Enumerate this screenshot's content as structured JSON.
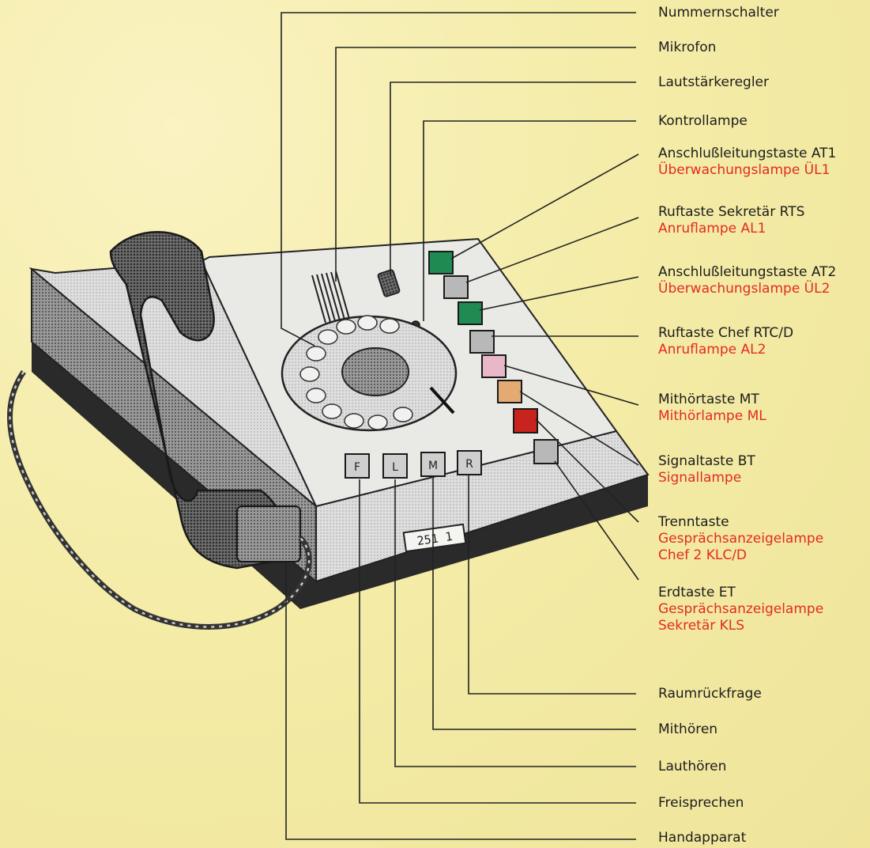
{
  "labels": {
    "nummernschalter": "Nummernschalter",
    "mikrofon": "Mikrofon",
    "lautstaerkeregler": "Lautstärkeregler",
    "kontrollampe": "Kontrollampe",
    "at1": {
      "name": "Anschlußleitungstaste AT1",
      "lamp": "Überwachungslampe ÜL1"
    },
    "rts": {
      "name": "Ruftaste Sekretär RTS",
      "lamp": "Anruflampe AL1"
    },
    "at2": {
      "name": "Anschlußleitungstaste AT2",
      "lamp": "Überwachungslampe ÜL2"
    },
    "rtc": {
      "name": "Ruftaste Chef RTC/D",
      "lamp": "Anruflampe AL2"
    },
    "mt": {
      "name": "Mithörtaste MT",
      "lamp": "Mithörlampe ML"
    },
    "bt": {
      "name": "Signaltaste BT",
      "lamp": "Signallampe"
    },
    "trenn": {
      "name": "Trenntaste",
      "lamp1": "Gesprächsanzeigelampe",
      "lamp2": "Chef 2 KLC/D"
    },
    "erd": {
      "name": "Erdtaste ET",
      "lamp1": "Gesprächsanzeigelampe",
      "lamp2": "Sekretär KLS"
    },
    "raumrueckfrage": "Raumrückfrage",
    "mithoeren": "Mithören",
    "lauthoeren": "Lauthören",
    "freisprechen": "Freisprechen",
    "handapparat": "Handapparat"
  },
  "phone": {
    "number_plate": "251 1",
    "key_letters": [
      "F",
      "L",
      "M",
      "R"
    ]
  },
  "colors": {
    "paper": "#f6efb2",
    "text": "#1c1c1c",
    "red_text": "#e32b22",
    "green_key": "#1f8a52",
    "pink_key": "#e8b7c8",
    "orange_key": "#e5a972",
    "red_key": "#c8231c",
    "grey_key": "#b8b8b8"
  }
}
